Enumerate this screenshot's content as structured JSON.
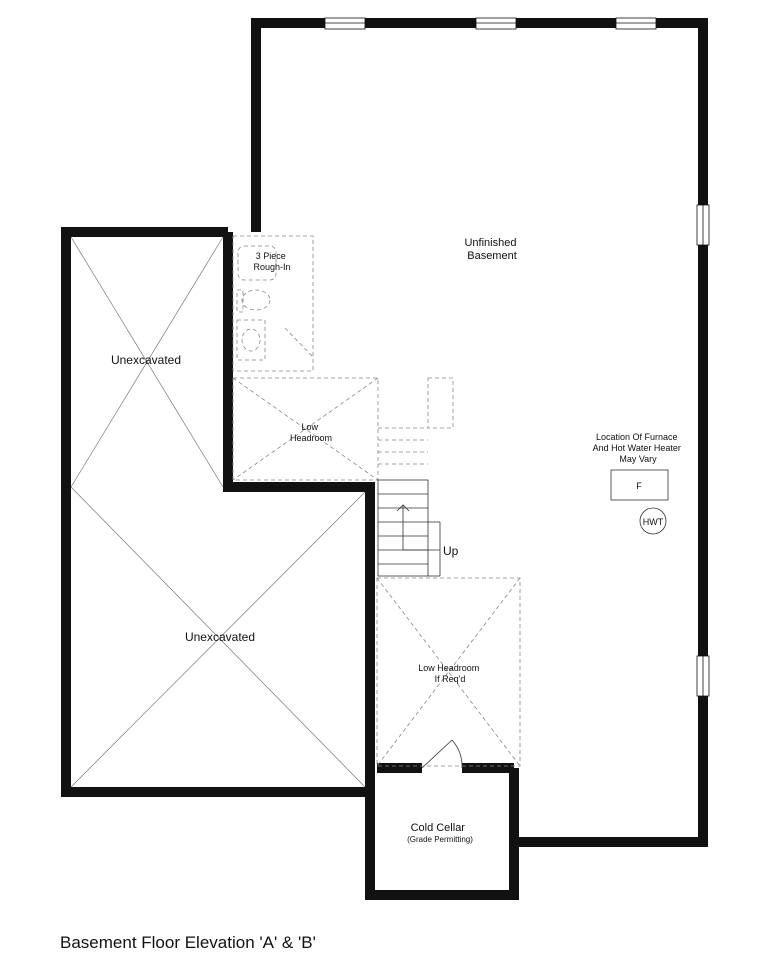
{
  "title": "Basement Floor Elevation 'A' & 'B'",
  "rooms": {
    "unfinished_basement": [
      "Unfinished",
      "Basement"
    ],
    "unexcavated_top": "Unexcavated",
    "unexcavated_bottom": "Unexcavated",
    "bath_rough_in": [
      "3 Piece",
      "Rough-In"
    ],
    "low_headroom_upper": [
      "Low",
      "Headroom"
    ],
    "low_headroom_lower": [
      "Low Headroom",
      "If Req'd"
    ],
    "cold_cellar": [
      "Cold Cellar",
      "(Grade Permitting)"
    ]
  },
  "notes": {
    "furnace": [
      "Location Of Furnace",
      "And Hot Water Heater",
      "May Vary"
    ],
    "furnace_symbol": "F",
    "hwt_symbol": "HWT",
    "stair_direction": "Up"
  }
}
